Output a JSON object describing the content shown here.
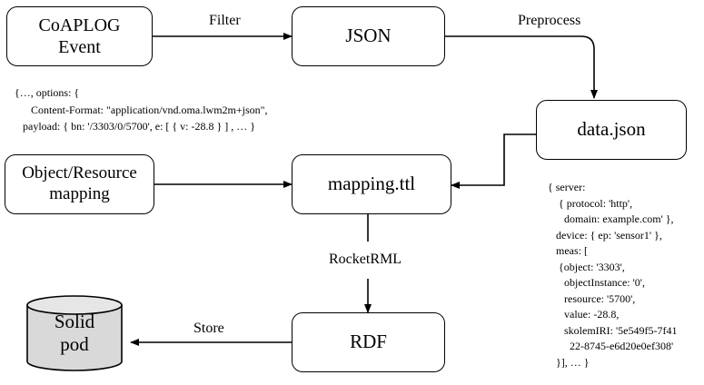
{
  "nodes": {
    "coaplog": "CoAPLOG\nEvent",
    "json": "JSON",
    "data_json": "data.json",
    "object_mapping": "Object/Resource\nmapping",
    "mapping_ttl": "mapping.ttl",
    "rdf": "RDF",
    "solid_pod": "Solid\npod"
  },
  "edges": {
    "filter": "Filter",
    "preprocess": "Preprocess",
    "rocketrml": "RocketRML",
    "store": "Store"
  },
  "snippets": {
    "coap_event": [
      "{…, options: {",
      "      Content-Format: \"application/vnd.oma.lwm2m+json\",",
      "   payload: { bn: '/3303/0/5700', e: [ { v: -28.8 } ] , … }"
    ],
    "data_json_content": [
      "{ server:",
      "    { protocol: 'http',",
      "      domain: example.com' },",
      "   device: { ep: 'sensor1' },",
      "   meas: [",
      "    {object: '3303',",
      "      objectInstance: '0',",
      "      resource: '5700',",
      "      value: -28.8,",
      "      skolemIRI: '5e549f5-7f41",
      "        22-8745-e6d20e0ef308'",
      "   }], … }"
    ]
  }
}
